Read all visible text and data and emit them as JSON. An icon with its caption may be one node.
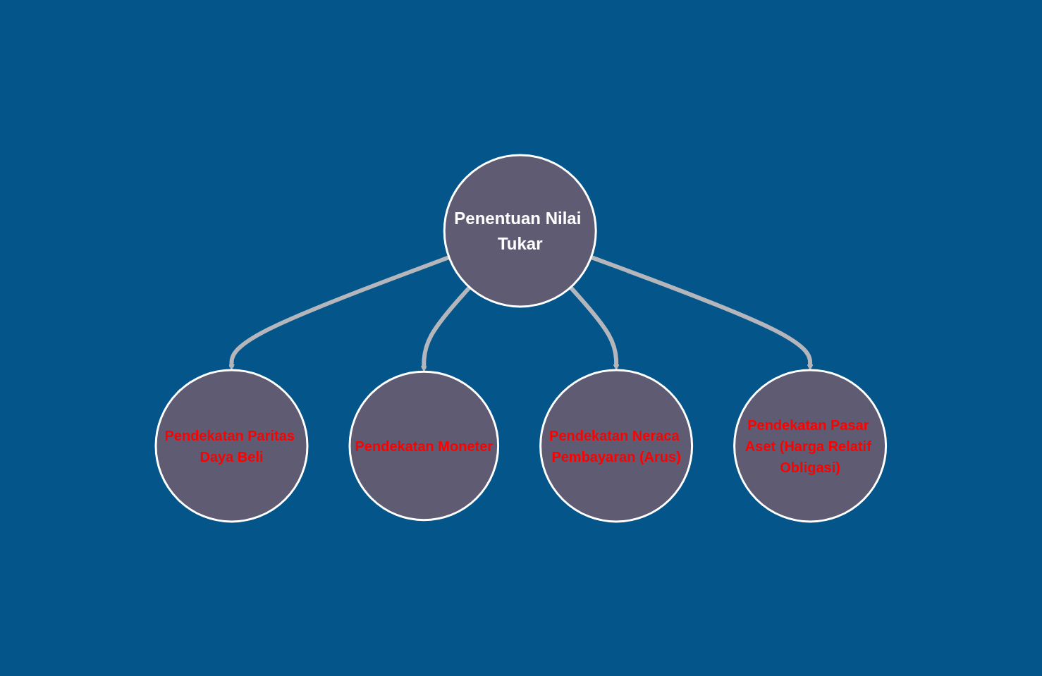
{
  "diagram": {
    "nodes": [
      {
        "text": [
          "Pendekatan Paritas Daya Beli"
        ]
      },
      {
        "text": [
          "Pendekatan Moneter"
        ]
      },
      {
        "text": [
          "Penentuan Nilai Tukar"
        ]
      },
      {
        "text": [
          "Pendekatan Neraca Pembayaran (Arus)"
        ]
      },
      {
        "text": [
          "Pendekatan Pasar Aset (Harga Relatif Obligasi)"
        ]
      }
    ],
    "edges": [
      {
        "from": 2,
        "to": 0,
        "arrow": "to"
      },
      {
        "from": 2,
        "to": 1,
        "arrow": "to"
      },
      {
        "from": 2,
        "to": 3,
        "arrow": "to"
      },
      {
        "from": 2,
        "to": 4,
        "arrow": "to"
      }
    ]
  }
}
